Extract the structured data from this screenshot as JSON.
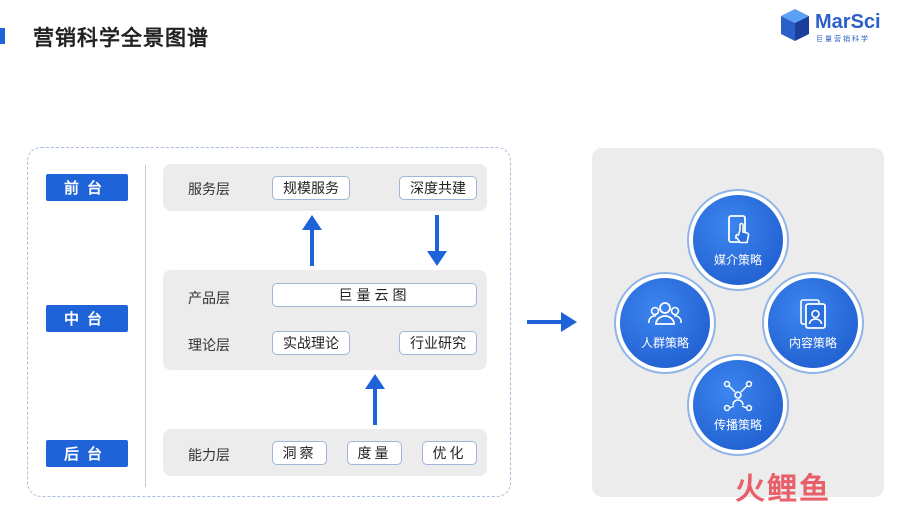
{
  "header": {
    "title": "营销科学全景图谱"
  },
  "logo": {
    "name": "MarSci",
    "subtitle": "巨量营销科学"
  },
  "tiers": {
    "front": "前台",
    "middle": "中台",
    "back": "后台"
  },
  "layers": {
    "service": {
      "name": "服务层",
      "items": [
        "规模服务",
        "深度共建"
      ]
    },
    "product": {
      "name": "产品层",
      "items": [
        "巨量云图"
      ]
    },
    "theory": {
      "name": "理论层",
      "items": [
        "实战理论",
        "行业研究"
      ]
    },
    "capability": {
      "name": "能力层",
      "items": [
        "洞察",
        "度量",
        "优化"
      ]
    }
  },
  "strategies": [
    "媒介策略",
    "人群策略",
    "内容策略",
    "传播策略"
  ],
  "watermark": "火鲤鱼",
  "colors": {
    "primary": "#1f63d8",
    "panel": "#ececec",
    "watermark": "#e8505b"
  }
}
